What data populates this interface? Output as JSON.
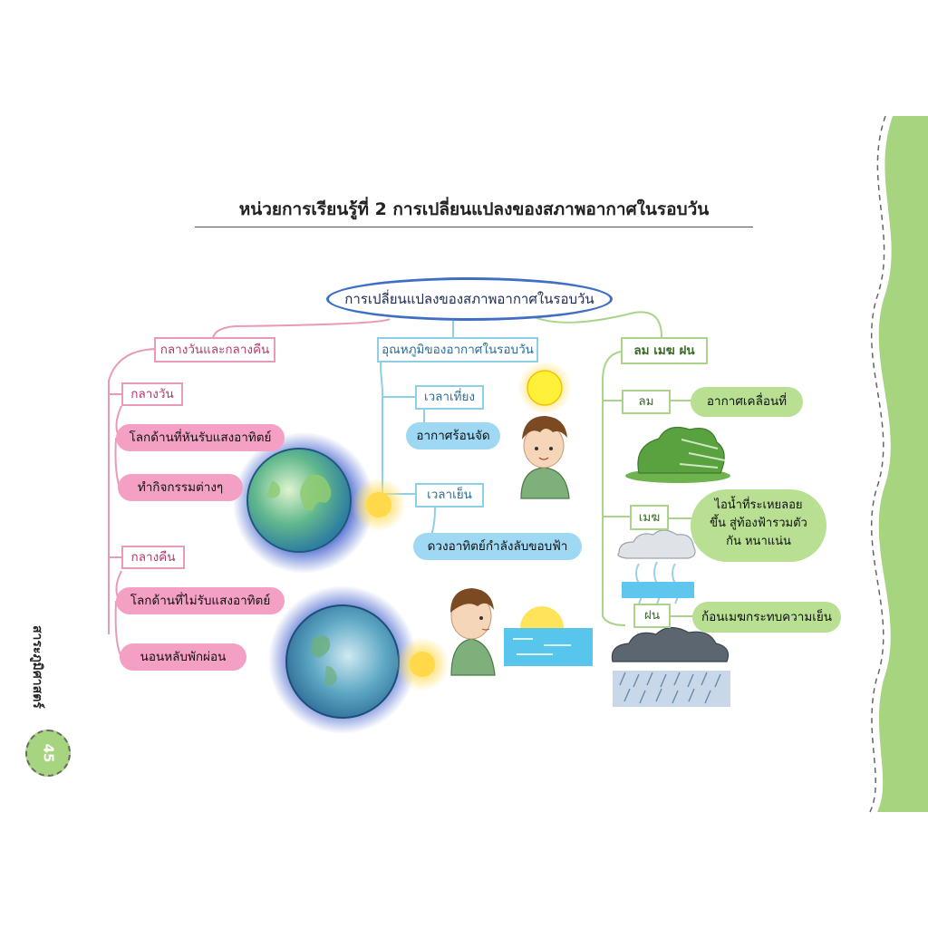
{
  "page": {
    "title": "หน่วยการเรียนรู้ที่ 2 การเปลี่ยนแปลงของสภาพอากาศในรอบวัน",
    "side_label": "สาระภูมิศาสตร์",
    "page_number": "45"
  },
  "mindmap": {
    "root": "การเปลี่ยนแปลงของสภาพอากาศในรอบวัน",
    "day_night": {
      "label": "กลางวันและกลางคืน",
      "day": {
        "label": "กลางวัน",
        "items": [
          "โลกด้านที่หันรับแสงอาทิตย์",
          "ทำกิจกรรมต่างๆ"
        ]
      },
      "night": {
        "label": "กลางคืน",
        "items": [
          "โลกด้านที่ไม่รับแสงอาทิตย์",
          "นอนหลับพักผ่อน"
        ]
      }
    },
    "temperature": {
      "label": "อุณหภูมิของอากาศในรอบวัน",
      "noon": {
        "label": "เวลาเที่ยง",
        "detail": "อากาศร้อนจัด"
      },
      "evening": {
        "label": "เวลาเย็น",
        "detail": "ดวงอาทิตย์กำลังลับขอบฟ้า"
      }
    },
    "weather": {
      "label": "ลม เมฆ ฝน",
      "wind": {
        "label": "ลม",
        "detail": "อากาศเคลื่อนที่"
      },
      "cloud": {
        "label": "เมฆ",
        "detail": "ไอน้ำที่ระเหยลอยขึ้น สู่ท้องฟ้ารวมตัวกัน หนาแน่น"
      },
      "rain": {
        "label": "ฝน",
        "detail": "ก้อนเมฆกระทบความเย็น"
      }
    }
  },
  "colors": {
    "pink": "#e99ab8",
    "blue": "#8ecfe8",
    "green": "#a9d489",
    "page_edge": "#a7d47e"
  }
}
